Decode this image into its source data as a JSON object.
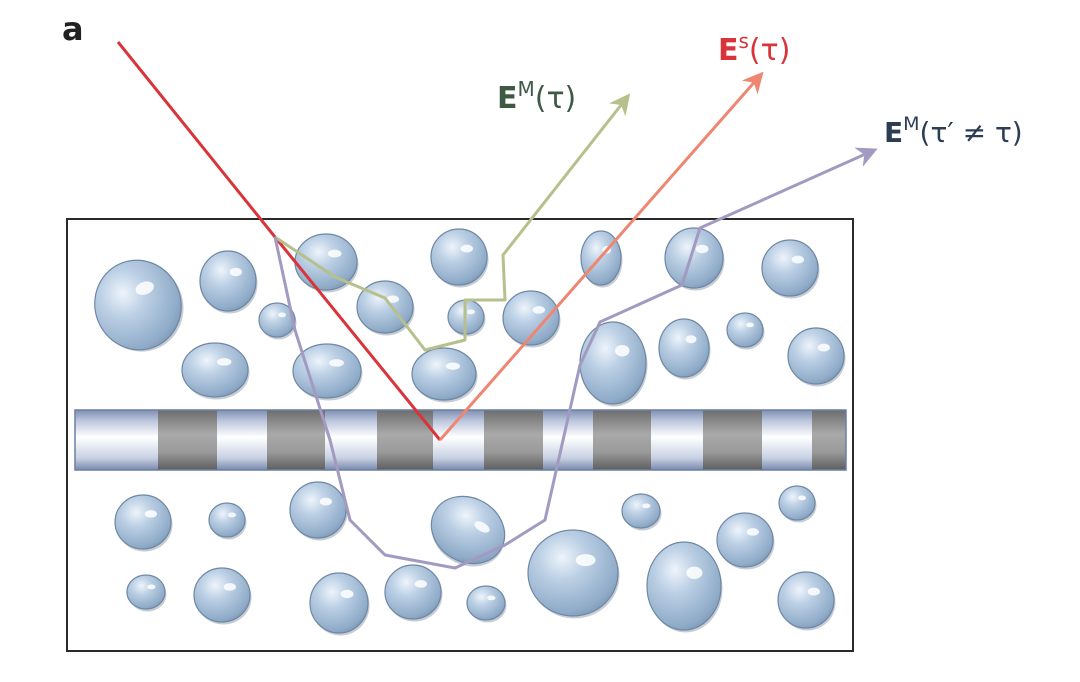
{
  "panel_letter": "a",
  "labels": {
    "es_tau": {
      "base": "E",
      "sup": "s",
      "arg": "(τ)"
    },
    "em_tau": {
      "base": "E",
      "sup": "M",
      "arg": "(τ)"
    },
    "em_tau_prime": {
      "base": "E",
      "sup": "M",
      "arg": "(τ′ ≠ τ)"
    }
  },
  "colors": {
    "incident": "#d8343a",
    "scattered": "#ee8672",
    "em_tau": "#b6c08c",
    "em_tau_prime": "#a29ac0",
    "label_es": "#d8343a",
    "label_em": "#3e5a44",
    "label_em_prime": "#2c3d54",
    "droplet_fill": "#a9c2da",
    "box_stroke": "#2a2a2a"
  }
}
